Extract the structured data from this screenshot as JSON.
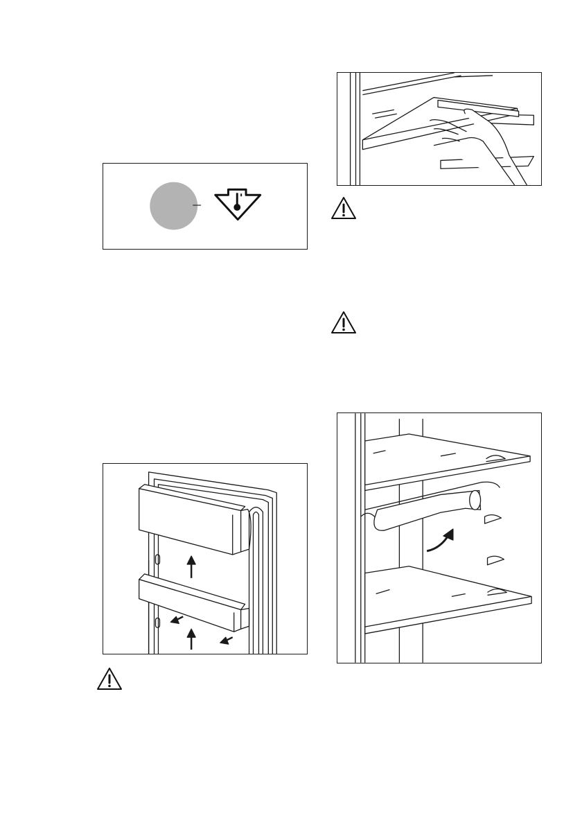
{
  "page": {
    "figures": [
      {
        "id": "temperature-indicator",
        "icon": "temperature-indicator-icon",
        "indicator_color": "#b3b3b3"
      },
      {
        "id": "door-balcony-removal",
        "icon": "door-balcony-illustration"
      },
      {
        "id": "glass-shelf-removal",
        "icon": "glass-shelf-hand-illustration"
      },
      {
        "id": "bottle-rack",
        "icon": "bottle-rack-illustration"
      }
    ],
    "warnings": [
      {
        "id": "warning-left-bottom",
        "icon": "warning-triangle-icon"
      },
      {
        "id": "warning-right-1",
        "icon": "warning-triangle-icon"
      },
      {
        "id": "warning-right-2",
        "icon": "warning-triangle-icon"
      }
    ]
  }
}
